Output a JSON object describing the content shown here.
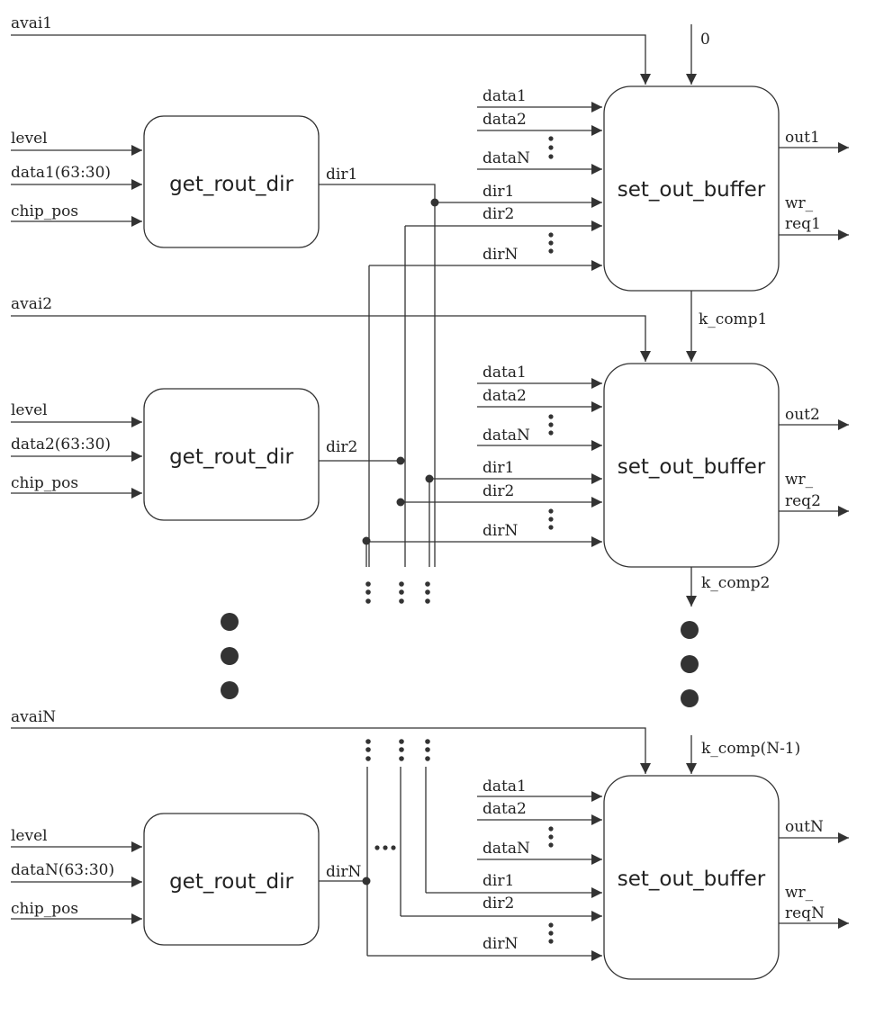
{
  "colors": {
    "line": "#333333",
    "text": "#222222",
    "background": "#ffffff"
  },
  "blocks": {
    "get_rout_dir": "get_rout_dir",
    "set_out_buffer": "set_out_buffer"
  },
  "stages": [
    {
      "avai": "avai1",
      "carry_in": "0",
      "rout_inputs": [
        "level",
        "data1(63:30)",
        "chip_pos"
      ],
      "dir_out": "dir1",
      "buffer_inputs": [
        "data1",
        "data2",
        "dataN",
        "dir1",
        "dir2",
        "dirN"
      ],
      "out": "out1",
      "wr_req": [
        "wr_",
        "req1"
      ],
      "carry_out": "k_comp1"
    },
    {
      "avai": "avai2",
      "rout_inputs": [
        "level",
        "data2(63:30)",
        "chip_pos"
      ],
      "dir_out": "dir2",
      "buffer_inputs": [
        "data1",
        "data2",
        "dataN",
        "dir1",
        "dir2",
        "dirN"
      ],
      "out": "out2",
      "wr_req": [
        "wr_",
        "req2"
      ],
      "carry_out": "k_comp2"
    },
    {
      "avai": "avaiN",
      "carry_in": "k_comp(N-1)",
      "rout_inputs": [
        "level",
        "dataN(63:30)",
        "chip_pos"
      ],
      "dir_out": "dirN",
      "buffer_inputs": [
        "data1",
        "data2",
        "dataN",
        "dir1",
        "dir2",
        "dirN"
      ],
      "out": "outN",
      "wr_req": [
        "wr_",
        "reqN"
      ]
    }
  ]
}
